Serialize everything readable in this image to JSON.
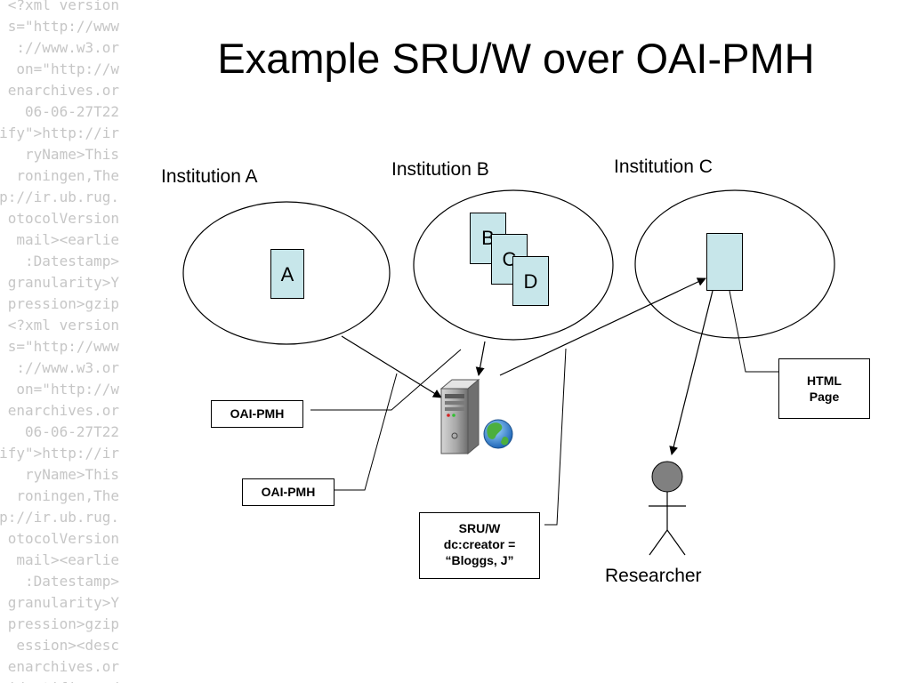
{
  "title": "Example SRU/W over OAI-PMH",
  "institutions": {
    "a": "Institution A",
    "b": "Institution B",
    "c": "Institution C"
  },
  "documents": {
    "a": "A",
    "b": "B",
    "c": "C",
    "d": "D"
  },
  "callouts": {
    "oai_pmh_1": "OAI-PMH",
    "oai_pmh_2": "OAI-PMH",
    "sru_line1": "SRU/W",
    "sru_line2": "dc:creator =",
    "sru_line3": "“Bloggs, J”",
    "html_line1": "HTML",
    "html_line2": "Page"
  },
  "researcher": "Researcher",
  "icons": {
    "server": "server-with-globe-icon",
    "person": "stick-figure-person-icon"
  },
  "colors": {
    "document_fill": "#c7e6ea",
    "background_text": "#c6c6c6"
  },
  "background_xml_lines": [
    "<?xml version",
    "s=\"http://www",
    "://www.w3.or",
    "on=\"http://w",
    "enarchives.or",
    "06-06-27T22",
    "tify\">http://ir",
    "ryName>This",
    "roningen,The",
    "p://ir.ub.rug.",
    "otocolVersion",
    "mail><earlie",
    ":Datestamp>",
    "granularity>Y",
    "pression>gzip",
    "<?xml version",
    "s=\"http://www",
    "://www.w3.or",
    "on=\"http://w",
    "enarchives.or",
    "06-06-27T22",
    "tify\">http://ir",
    "ryName>This",
    "roningen,The",
    "p://ir.ub.rug.",
    "otocolVersion",
    "mail><earlie",
    ":Datestamp>",
    "granularity>Y",
    "pression>gzip",
    "ession><desc",
    "enarchives.or",
    "identifier><d"
  ]
}
